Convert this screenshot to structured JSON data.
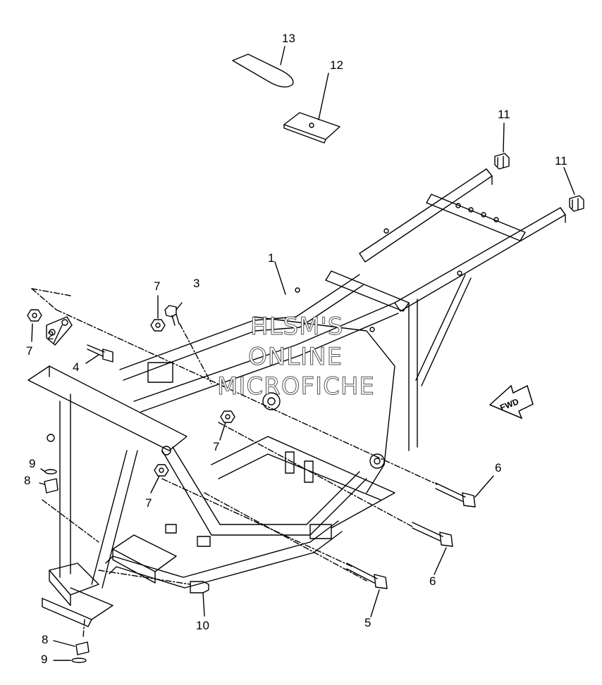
{
  "callouts": [
    {
      "id": "c13a",
      "label": "13"
    },
    {
      "id": "c12",
      "label": "12"
    },
    {
      "id": "c11a",
      "label": "11"
    },
    {
      "id": "c11b",
      "label": "11"
    },
    {
      "id": "c1",
      "label": "1"
    },
    {
      "id": "c7a",
      "label": "7"
    },
    {
      "id": "c3",
      "label": "3"
    },
    {
      "id": "c7b",
      "label": "7"
    },
    {
      "id": "c2",
      "label": "2"
    },
    {
      "id": "c4",
      "label": "4"
    },
    {
      "id": "c7c",
      "label": "7"
    },
    {
      "id": "c7d",
      "label": "7"
    },
    {
      "id": "c9a",
      "label": "9"
    },
    {
      "id": "c8a",
      "label": "8"
    },
    {
      "id": "c6a",
      "label": "6"
    },
    {
      "id": "c6b",
      "label": "6"
    },
    {
      "id": "c5",
      "label": "5"
    },
    {
      "id": "c10",
      "label": "10"
    },
    {
      "id": "c8b",
      "label": "8"
    },
    {
      "id": "c9b",
      "label": "9"
    }
  ],
  "fwd_label": "FWD",
  "watermark": {
    "line1": "HLSM'S",
    "line2": "ONLINE",
    "line3": "MICROFICHE"
  },
  "colors": {
    "line": "#000000",
    "background": "#ffffff"
  }
}
